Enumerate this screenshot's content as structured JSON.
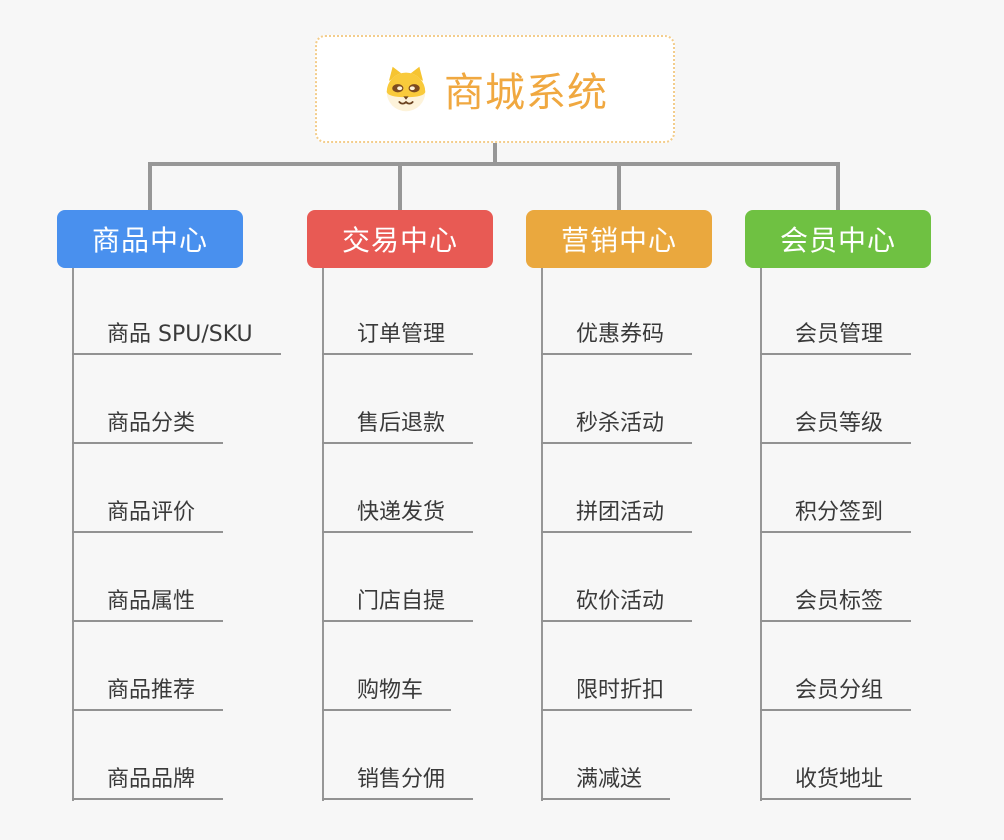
{
  "page": {
    "background": "#f7f7f7",
    "connector_color": "#979797"
  },
  "root": {
    "title": "商城系统",
    "icon": "shiba-dog-icon",
    "title_color": "#f0a840",
    "border_color": "#f3cd8c",
    "background": "#ffffff"
  },
  "branches": [
    {
      "key": "product-center",
      "label": "商品中心",
      "color": "#4990ee",
      "items": [
        "商品 SPU/SKU",
        "商品分类",
        "商品评价",
        "商品属性",
        "商品推荐",
        "商品品牌"
      ]
    },
    {
      "key": "trade-center",
      "label": "交易中心",
      "color": "#e85a54",
      "items": [
        "订单管理",
        "售后退款",
        "快递发货",
        "门店自提",
        "购物车",
        "销售分佣"
      ]
    },
    {
      "key": "marketing-center",
      "label": "营销中心",
      "color": "#eaa83e",
      "items": [
        "优惠券码",
        "秒杀活动",
        "拼团活动",
        "砍价活动",
        "限时折扣",
        "满减送"
      ]
    },
    {
      "key": "member-center",
      "label": "会员中心",
      "color": "#6fc142",
      "items": [
        "会员管理",
        "会员等级",
        "积分签到",
        "会员标签",
        "会员分组",
        "收货地址"
      ]
    }
  ]
}
